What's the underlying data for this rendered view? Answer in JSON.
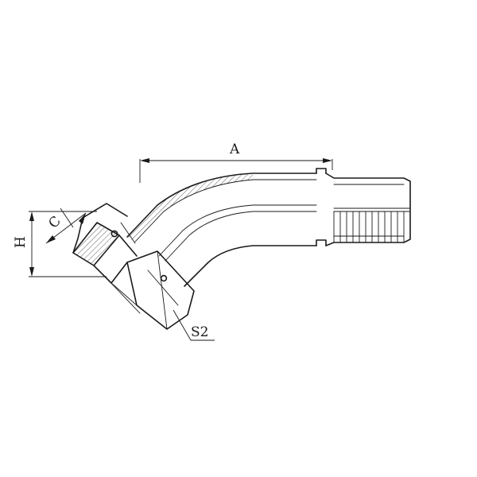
{
  "labels": {
    "a": "A",
    "h": "H",
    "c": "C",
    "s2": "S2"
  }
}
